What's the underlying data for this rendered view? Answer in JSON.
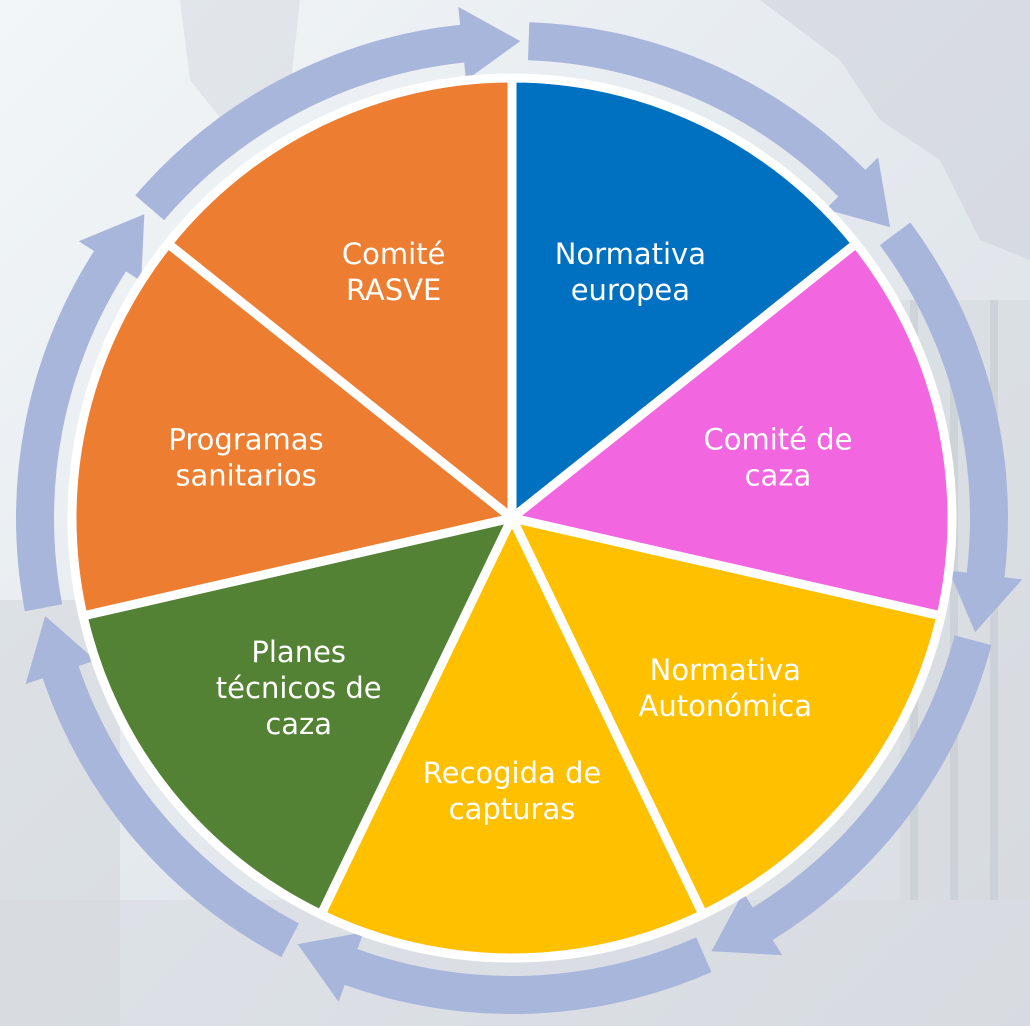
{
  "segments": [
    {
      "id": "normativa-europea",
      "lines": [
        "Normativa",
        "europea"
      ],
      "fill": "#0070c0",
      "text_color": "#ffffff"
    },
    {
      "id": "comite-de-caza",
      "lines": [
        "Comité de",
        "caza"
      ],
      "fill": "#f266e0",
      "text_color": "#ffffff"
    },
    {
      "id": "normativa-autonomica",
      "lines": [
        "Normativa",
        "Autonómica"
      ],
      "fill": "#ffc000",
      "text_color": "#ffffff"
    },
    {
      "id": "recogida-de-capturas",
      "lines": [
        "Recogida de",
        "capturas"
      ],
      "fill": "#ffc000",
      "text_color": "#ffffff"
    },
    {
      "id": "planes-tecnicos-de-caza",
      "lines": [
        "Planes",
        "técnicos de",
        "caza"
      ],
      "fill": "#548235",
      "text_color": "#ffffff"
    },
    {
      "id": "programas-sanitarios",
      "lines": [
        "Programas",
        "sanitarios"
      ],
      "fill": "#ed7d31",
      "text_color": "#ffffff"
    },
    {
      "id": "comite-rasve",
      "lines": [
        "Comité",
        "RASVE"
      ],
      "fill": "#ed7d31",
      "text_color": "#ffffff"
    }
  ],
  "colors": {
    "cycle_arrow": "#a9b6dc",
    "separator": "#ffffff",
    "background": "#e9eef2"
  }
}
